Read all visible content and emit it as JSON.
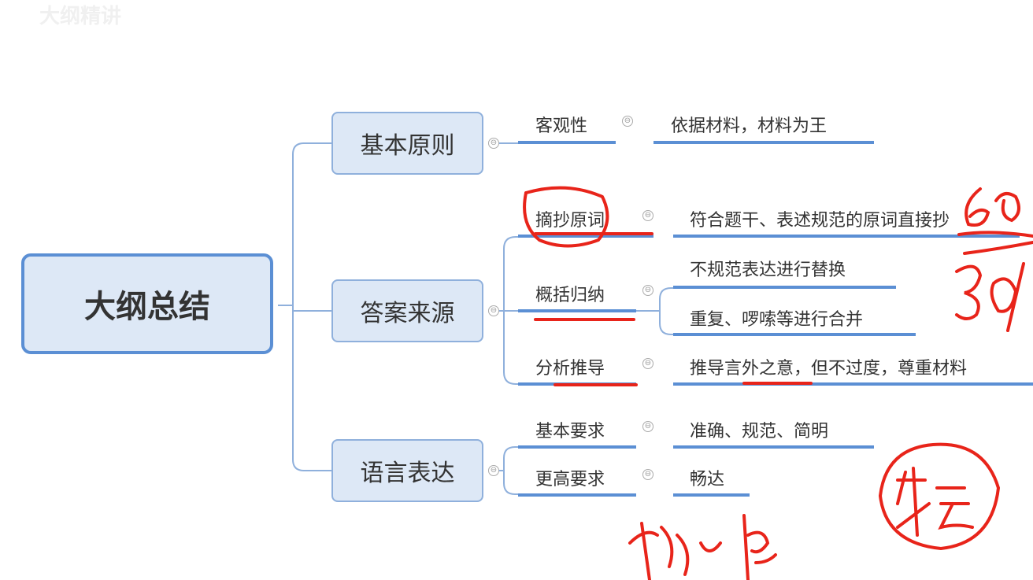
{
  "watermark": "大纲精讲",
  "root": {
    "label": "大纲总结"
  },
  "branches": [
    {
      "label": "基本原则",
      "children": [
        {
          "label": "客观性",
          "children": [
            "依据材料，材料为王"
          ]
        }
      ]
    },
    {
      "label": "答案来源",
      "children": [
        {
          "label": "摘抄原词",
          "children": [
            "符合题干、表述规范的原词直接抄"
          ]
        },
        {
          "label": "概括归纳",
          "children": [
            "不规范表达进行替换",
            "重复、啰嗦等进行合并"
          ]
        },
        {
          "label": "分析推导",
          "children": [
            "推导言外之意，但不过度，尊重材料"
          ]
        }
      ]
    },
    {
      "label": "语言表达",
      "children": [
        {
          "label": "基本要求",
          "children": [
            "准确、规范、简明"
          ]
        },
        {
          "label": "更高要求",
          "children": [
            "畅达"
          ]
        }
      ]
    }
  ],
  "collapse_symbol": "⊖",
  "colors": {
    "node_fill": "#dde8f6",
    "node_border": "#5b8fd4",
    "annotation": "#e8241a"
  }
}
